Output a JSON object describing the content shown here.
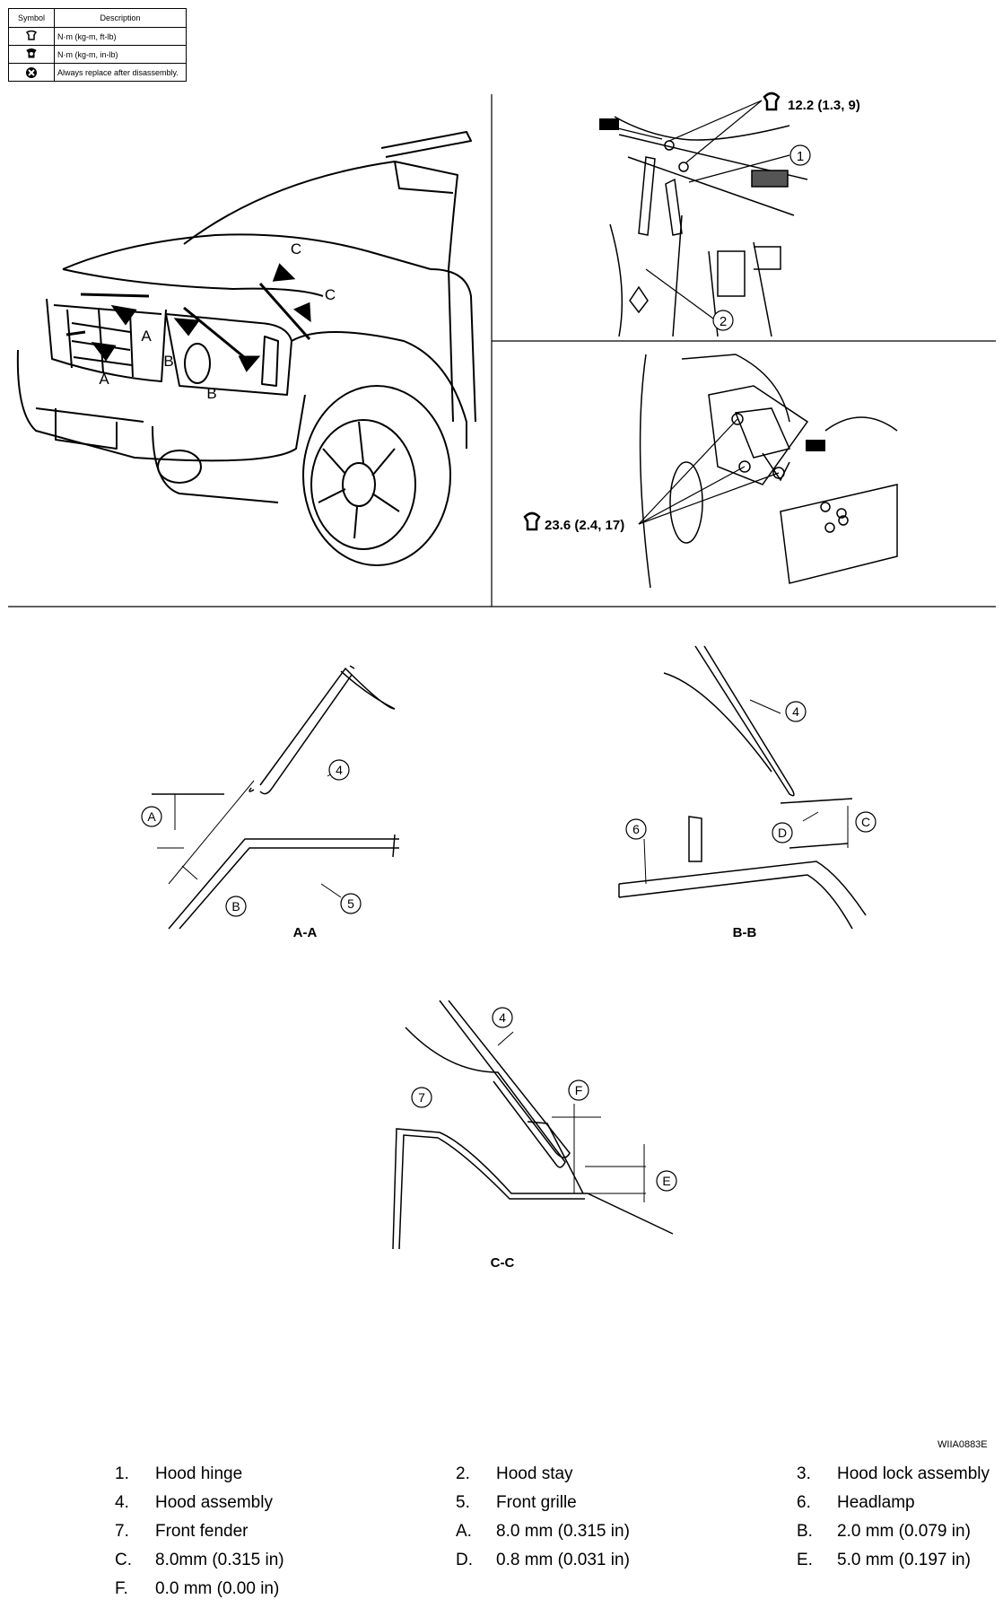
{
  "legend": {
    "header_symbol": "Symbol",
    "header_description": "Description",
    "rows": [
      {
        "icon": "torque-wrench-icon",
        "text": "N·m (kg-m, ft-lb)"
      },
      {
        "icon": "torque-wrench-small-icon",
        "text": "N·m (kg-m, in-lb)"
      },
      {
        "icon": "replace-x-icon",
        "text": "Always replace after disassembly."
      }
    ]
  },
  "callouts": {
    "torque_hinge": "12.2 (1.3, 9)",
    "torque_lock": "23.6 (2.4, 17)",
    "section_c": "C",
    "section_a": "A",
    "section_b": "B",
    "n1": "1",
    "n2": "2",
    "n4": "4",
    "n5": "5",
    "n6": "6",
    "n7": "7",
    "dim_a": "A",
    "dim_b": "B",
    "dim_c": "C",
    "dim_d": "D",
    "dim_e": "E",
    "dim_f": "F"
  },
  "section_titles": {
    "aa": "A-A",
    "bb": "B-B",
    "cc": "C-C"
  },
  "figure_code": "WIIA0883E",
  "parts": [
    [
      {
        "num": "1.",
        "text": "Hood hinge"
      },
      {
        "num": "2.",
        "text": "Hood stay"
      },
      {
        "num": "3.",
        "text": "Hood lock assembly"
      }
    ],
    [
      {
        "num": "4.",
        "text": "Hood assembly"
      },
      {
        "num": "5.",
        "text": "Front grille"
      },
      {
        "num": "6.",
        "text": "Headlamp"
      }
    ],
    [
      {
        "num": "7.",
        "text": "Front fender"
      },
      {
        "num": "A.",
        "text": "8.0 mm (0.315 in)"
      },
      {
        "num": "B.",
        "text": "2.0 mm (0.079 in)"
      }
    ],
    [
      {
        "num": "C.",
        "text": "8.0mm (0.315 in)"
      },
      {
        "num": "D.",
        "text": "0.8 mm (0.031 in)"
      },
      {
        "num": "E.",
        "text": "5.0 mm (0.197 in)"
      }
    ],
    [
      {
        "num": "F.",
        "text": "0.0 mm (0.00 in)"
      }
    ]
  ]
}
